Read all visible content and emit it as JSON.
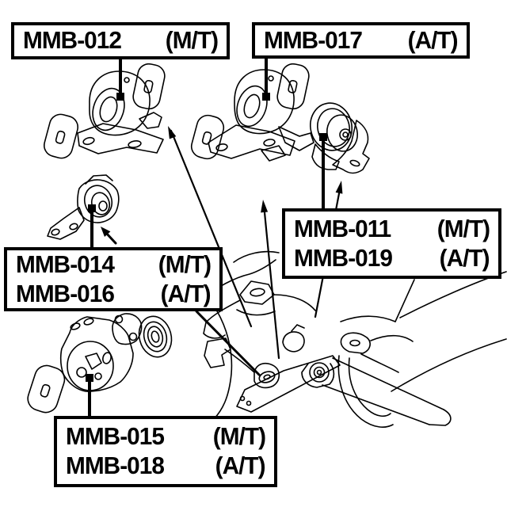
{
  "diagram_title": "engine-mount-parts-diagram",
  "colors": {
    "background": "#ffffff",
    "line_color": "#000000",
    "text_color": "#000000"
  },
  "labels": [
    {
      "id": "mmb-012",
      "lines": [
        {
          "code": "MMB-012",
          "trans": "(M/T)"
        }
      ]
    },
    {
      "id": "mmb-017",
      "lines": [
        {
          "code": "MMB-017",
          "trans": "(A/T)"
        }
      ]
    },
    {
      "id": "mmb-014-016",
      "lines": [
        {
          "code": "MMB-014",
          "trans": "(M/T)"
        },
        {
          "code": "MMB-016",
          "trans": "(A/T)"
        }
      ]
    },
    {
      "id": "mmb-011-019",
      "lines": [
        {
          "code": "MMB-011",
          "trans": "(M/T)"
        },
        {
          "code": "MMB-019",
          "trans": "(A/T)"
        }
      ]
    },
    {
      "id": "mmb-015-018",
      "lines": [
        {
          "code": "MMB-015",
          "trans": "(M/T)"
        },
        {
          "code": "MMB-018",
          "trans": "(A/T)"
        }
      ]
    }
  ],
  "drawings": [
    {
      "id": "engine-mount-012-drawing",
      "name": "front engine mount with bracket and two oval pads"
    },
    {
      "id": "engine-mount-017-drawing",
      "name": "front engine mount with bracket and two oval pads"
    },
    {
      "id": "engine-mount-011-019-drawing",
      "name": "cylindrical ring engine mount with bracket"
    },
    {
      "id": "engine-mount-014-016-drawing",
      "name": "small roll stopper mount with foot plate"
    },
    {
      "id": "engine-mount-015-018-drawing",
      "name": "large round engine mount with cap, grommet and oval pad"
    },
    {
      "id": "vehicle-subframe-drawing",
      "name": "vehicle subframe / engine bay location sketch"
    }
  ]
}
